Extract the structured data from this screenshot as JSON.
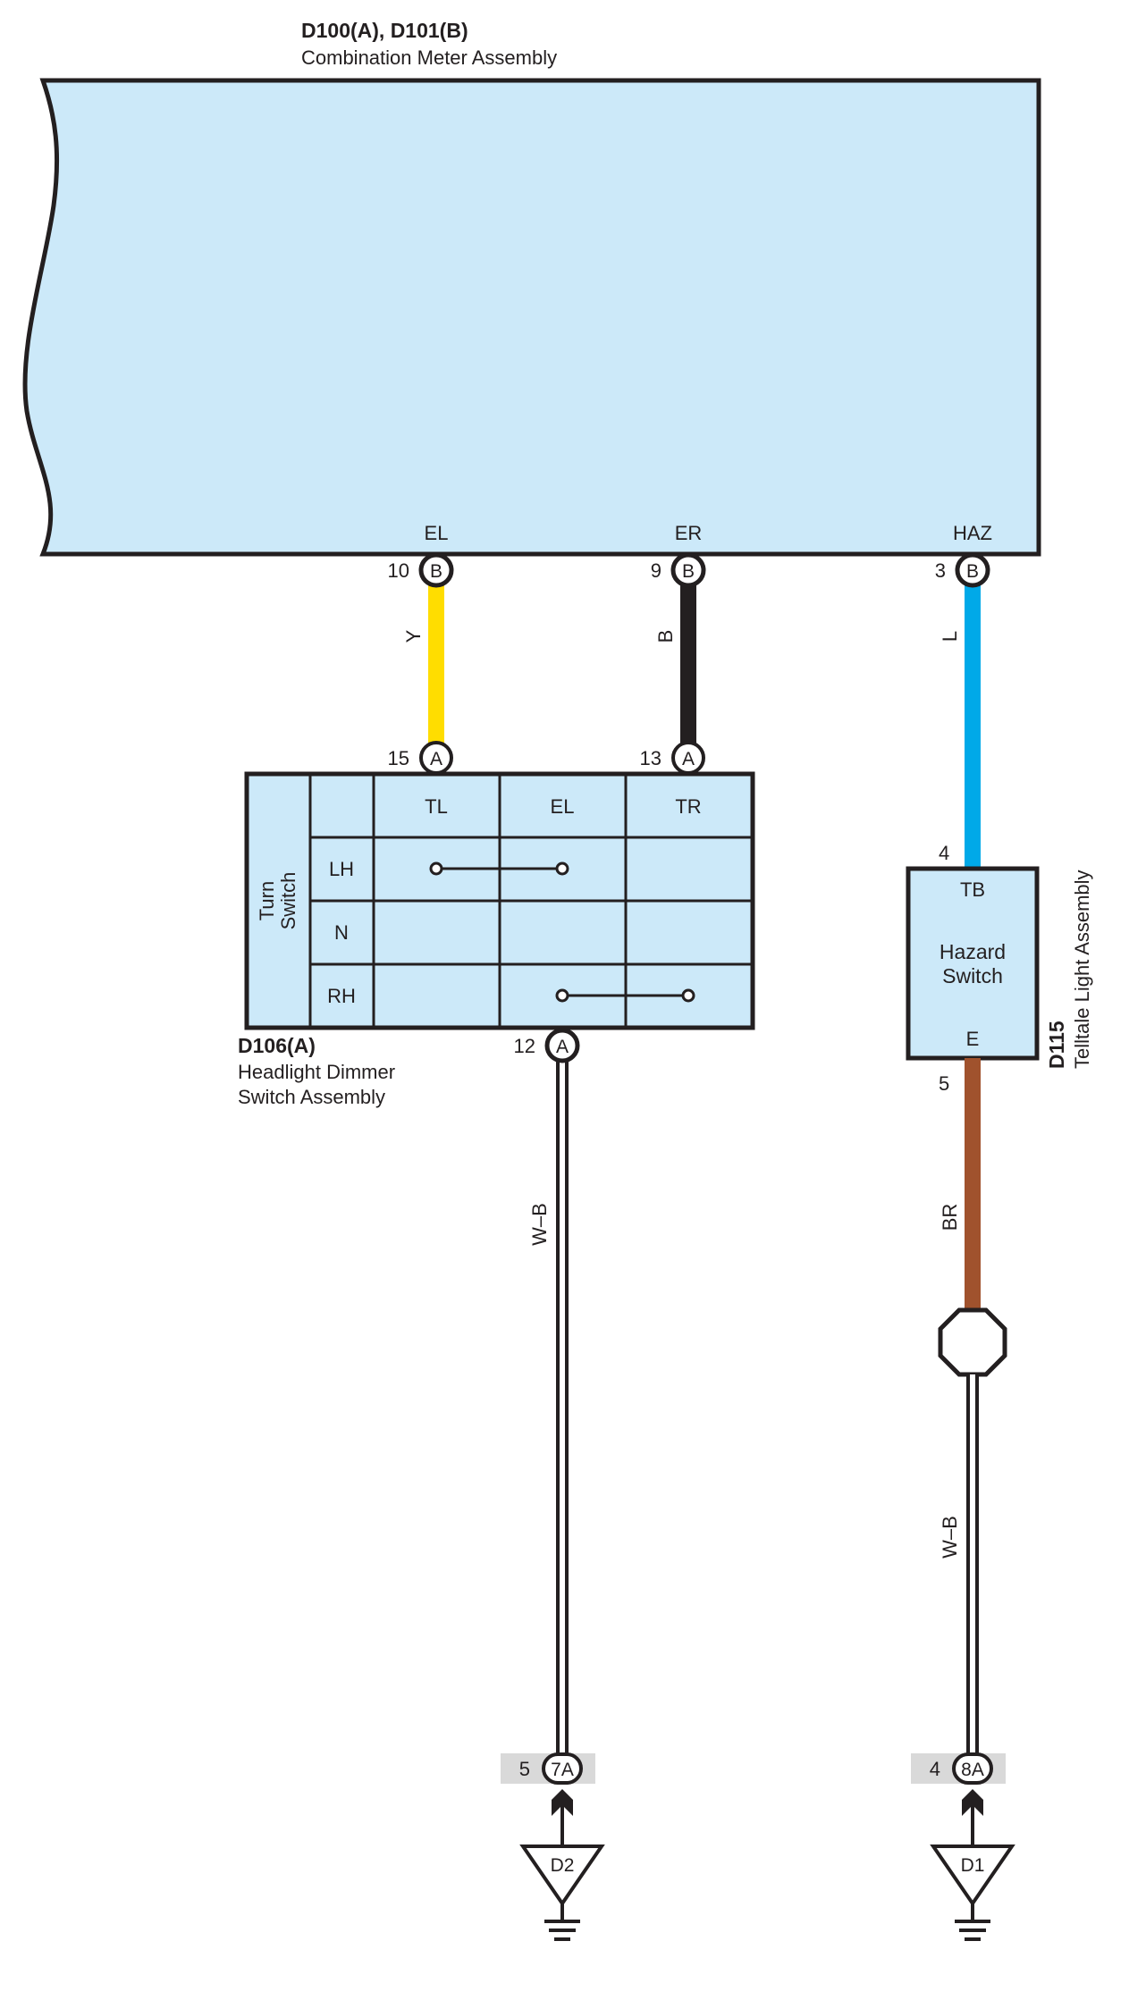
{
  "meter": {
    "code": "D100(A), D101(B)",
    "name": "Combination Meter Assembly",
    "terminals": [
      "EL",
      "ER",
      "HAZ"
    ],
    "pins": [
      {
        "num": "10",
        "conn": "B"
      },
      {
        "num": "9",
        "conn": "B"
      },
      {
        "num": "3",
        "conn": "B"
      }
    ]
  },
  "wires": {
    "el": "Y",
    "er": "B",
    "haz": "L",
    "ground_left": "W–B",
    "hazard_out": "BR",
    "ground_right": "W–B"
  },
  "colors": {
    "body_fill": "#cce9f9",
    "wire_y": "#ffdd00",
    "wire_b": "#231f20",
    "wire_l": "#00a9e8",
    "wire_br": "#a0522d",
    "junction_fill": "#d9d9d9"
  },
  "dimmer": {
    "code": "D106(A)",
    "name_line1": "Headlight Dimmer",
    "name_line2": "Switch Assembly",
    "pins_top": [
      {
        "num": "15",
        "conn": "A"
      },
      {
        "num": "13",
        "conn": "A"
      }
    ],
    "pin_bottom": {
      "num": "12",
      "conn": "A"
    },
    "switch_label_line1": "Turn",
    "switch_label_line2": "Switch",
    "columns": [
      "TL",
      "EL",
      "TR"
    ],
    "rows": [
      "LH",
      "N",
      "RH"
    ]
  },
  "hazard": {
    "code": "D115",
    "name": "Telltale Light Assembly",
    "pin_top": "4",
    "pin_bottom": "5",
    "terminal_top": "TB",
    "terminal_bottom": "E",
    "label_line1": "Hazard",
    "label_line2": "Switch"
  },
  "grounds": [
    {
      "pin": "5",
      "junction": "7A",
      "point": "D2"
    },
    {
      "pin": "4",
      "junction": "8A",
      "point": "D1"
    }
  ]
}
